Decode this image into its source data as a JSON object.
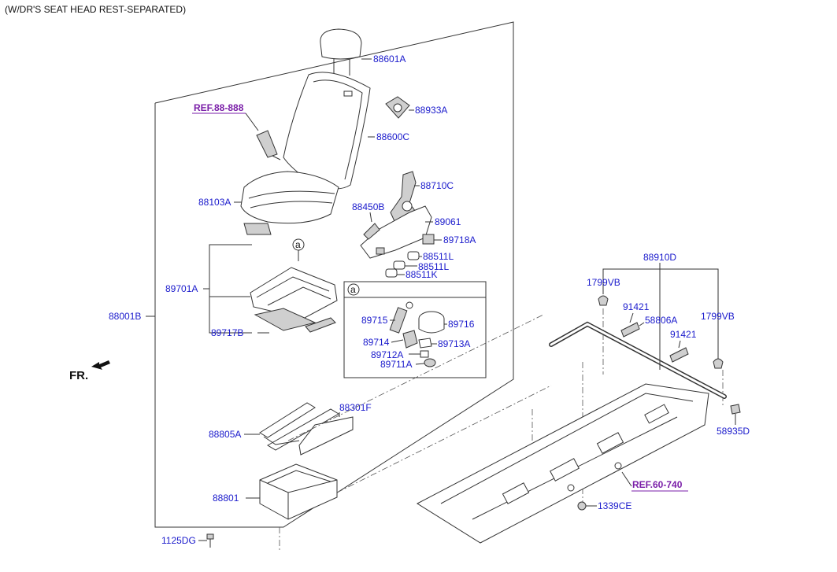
{
  "header": "(W/DR'S SEAT HEAD REST-SEPARATED)",
  "direction_label": "FR.",
  "callout_letter": "a",
  "labels": {
    "p88601A": "88601A",
    "p88933A": "88933A",
    "p88600C": "88600C",
    "p88710C": "88710C",
    "p88103A": "88103A",
    "p88450B": "88450B",
    "p89061": "89061",
    "p89718A": "89718A",
    "p88511L_1": "88511L",
    "p88511L_2": "88511L",
    "p88511K": "88511K",
    "p89701A": "89701A",
    "p88001B": "88001B",
    "p89717B": "89717B",
    "p89715": "89715",
    "p89716": "89716",
    "p89714": "89714",
    "p89713A": "89713A",
    "p89712A": "89712A",
    "p89711A": "89711A",
    "p88301F": "88301F",
    "p88805A": "88805A",
    "p88801": "88801",
    "p1125DG": "1125DG",
    "p88910D": "88910D",
    "p1799VB_1": "1799VB",
    "p91421_1": "91421",
    "p58806A": "58806A",
    "p1799VB_2": "1799VB",
    "p91421_2": "91421",
    "p58935D": "58935D",
    "p1339CE": "1339CE"
  },
  "references": {
    "ref1": "REF.88-888",
    "ref2": "REF.60-740"
  }
}
